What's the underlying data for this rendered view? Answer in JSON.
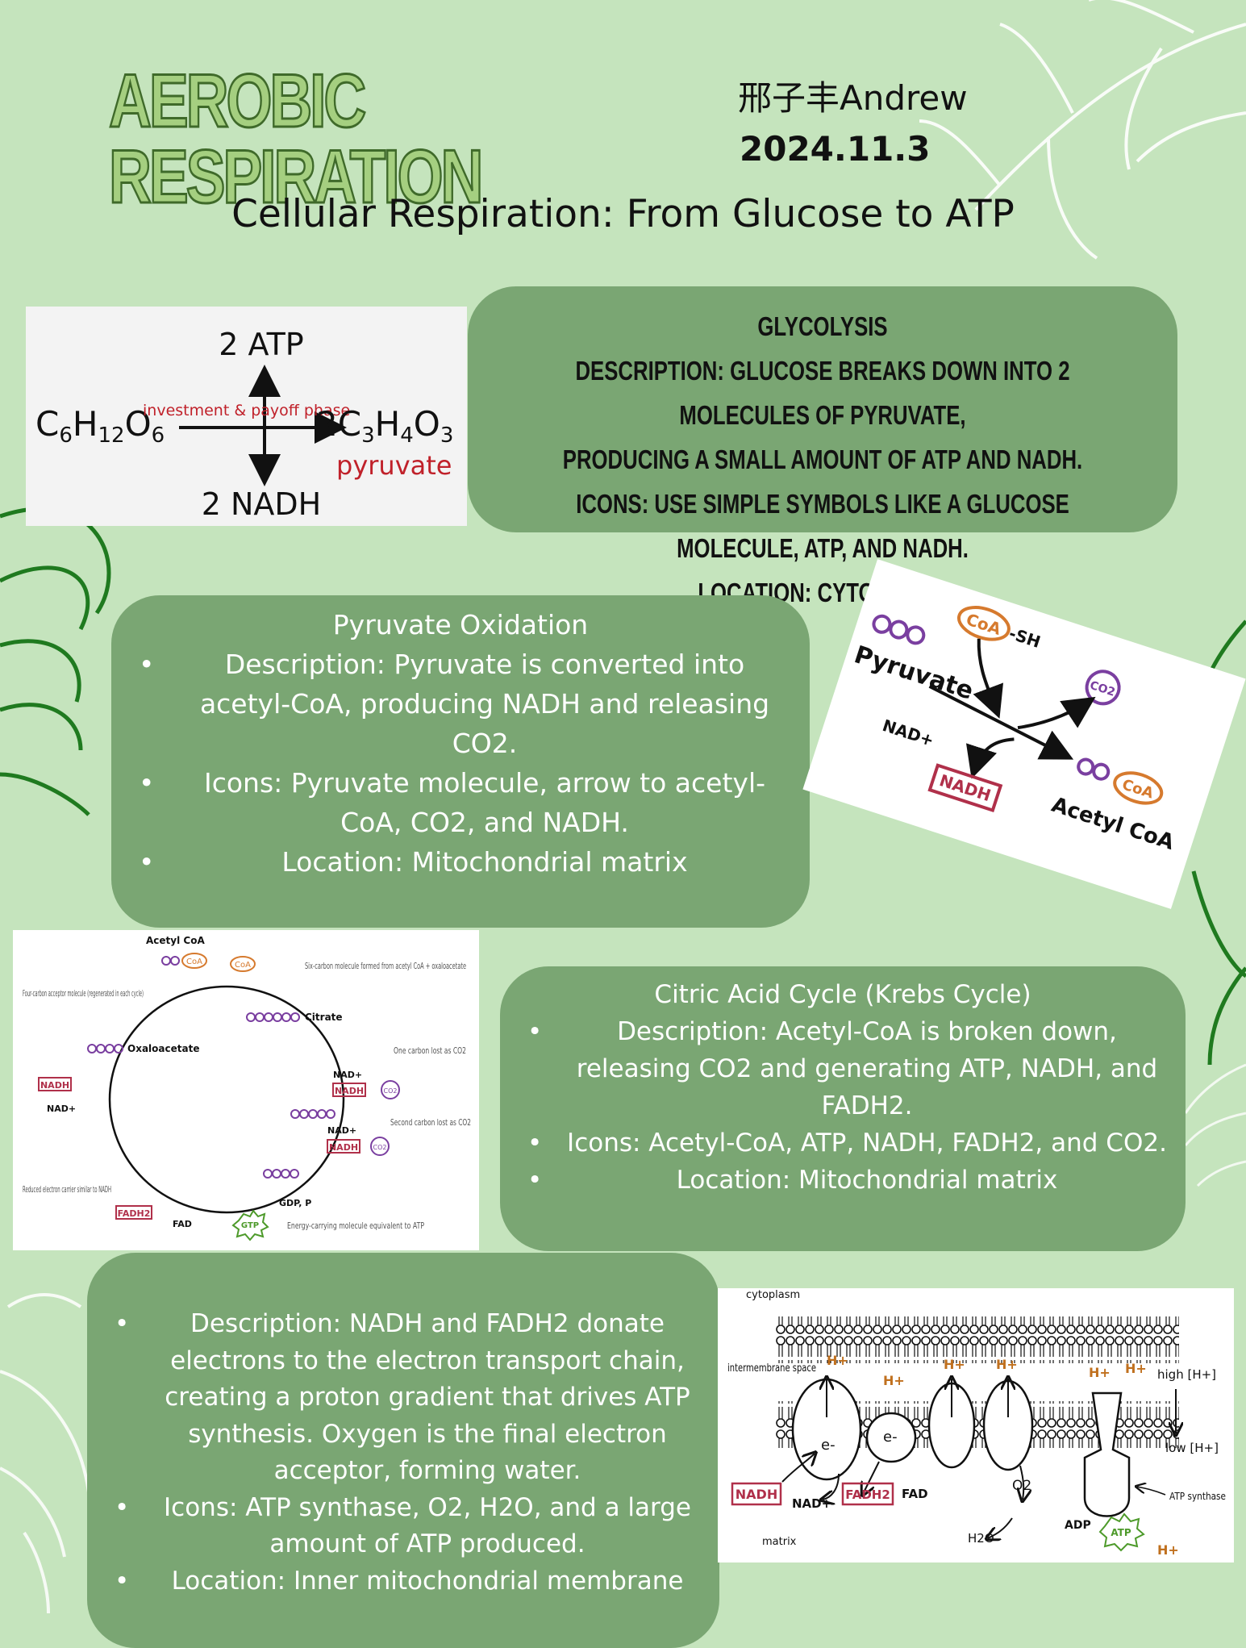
{
  "header": {
    "title": "AEROBIC RESPIRATION",
    "author": "邢子丰Andrew",
    "date": "2024.11.3",
    "subtitle": "Cellular Respiration: From Glucose to ATP"
  },
  "glycolysis": {
    "heading": "GLYCOLYSIS",
    "lines": [
      "DESCRIPTION: GLUCOSE BREAKS DOWN INTO 2 MOLECULES OF PYRUVATE,",
      "PRODUCING A SMALL AMOUNT OF ATP AND NADH.",
      "ICONS: USE SIMPLE SYMBOLS LIKE A GLUCOSE MOLECULE, ATP, AND NADH.",
      "LOCATION: CYTOPLASM"
    ],
    "figure": {
      "top": "2 ATP",
      "bottom": "2 NADH",
      "phase": "investment & payoff phase",
      "product_label": "pyruvate"
    }
  },
  "pyruvate_oxidation": {
    "heading": "Pyruvate Oxidation",
    "bullets": [
      "Description: Pyruvate is converted into acetyl-CoA, producing NADH and releasing CO2.",
      "Icons: Pyruvate molecule, arrow to acetyl-CoA, CO2, and NADH.",
      "Location: Mitochondrial matrix"
    ],
    "figure": {
      "coa_sh": "-SH",
      "coa": "CoA",
      "co2": "CO2",
      "pyruvate": "Pyruvate",
      "nad": "NAD+",
      "nadh": "NADH",
      "acetyl_coa": "Acetyl CoA"
    }
  },
  "citric_acid_cycle": {
    "heading": "Citric Acid Cycle (Krebs Cycle)",
    "bullets": [
      "Description: Acetyl-CoA is broken down, releasing CO2 and generating ATP, NADH, and FADH2.",
      "Icons: Acetyl-CoA, ATP, NADH, FADH2, and CO2.",
      "Location: Mitochondrial matrix"
    ],
    "figure": {
      "acetyl_coa": "Acetyl CoA",
      "coa": "CoA",
      "six_carbon": "Six-carbon molecule formed from acetyl CoA + oxaloacetate",
      "citrate": "Citrate",
      "four_carbon": "Four-carbon acceptor molecule (regenerated in each cycle)",
      "oxaloacetate": "Oxaloacetate",
      "nad": "NAD+",
      "nadh": "NADH",
      "co2": "CO2",
      "one_carbon": "One carbon lost as CO2",
      "second_carbon": "Second carbon lost as CO2",
      "gdp": "GDP, P",
      "gtp": "GTP",
      "energy": "Energy-carrying molecule equivalent to ATP",
      "reduced": "Reduced electron carrier similar to NADH",
      "fadh2": "FADH2",
      "fad": "FAD"
    }
  },
  "electron_transport": {
    "bullets": [
      "Description: NADH and FADH2 donate electrons to the electron transport chain, creating a proton gradient that drives ATP synthesis. Oxygen is the final electron acceptor, forming water.",
      "Icons: ATP synthase, O2, H2O, and a large amount of ATP produced.",
      "Location: Inner mitochondrial membrane"
    ],
    "figure": {
      "cytoplasm": "cytoplasm",
      "intermembrane": "intermembrane space",
      "matrix": "matrix",
      "hplus": "H+",
      "high": "high [H+]",
      "low": "low [H+]",
      "electron": "e-",
      "nadh": "NADH",
      "nad": "NAD+",
      "fadh2": "FADH2",
      "fad": "FAD",
      "o2": "O2",
      "h2o": "H2O",
      "adp": "ADP",
      "atp": "ATP",
      "atp_synthase": "ATP synthase"
    }
  },
  "colors": {
    "background": "#c5e4bd",
    "card": "#7aa673",
    "title_fill": "#a5cf80",
    "title_outline": "#3f6a2a",
    "leaf_line": "#1f7a1f"
  }
}
